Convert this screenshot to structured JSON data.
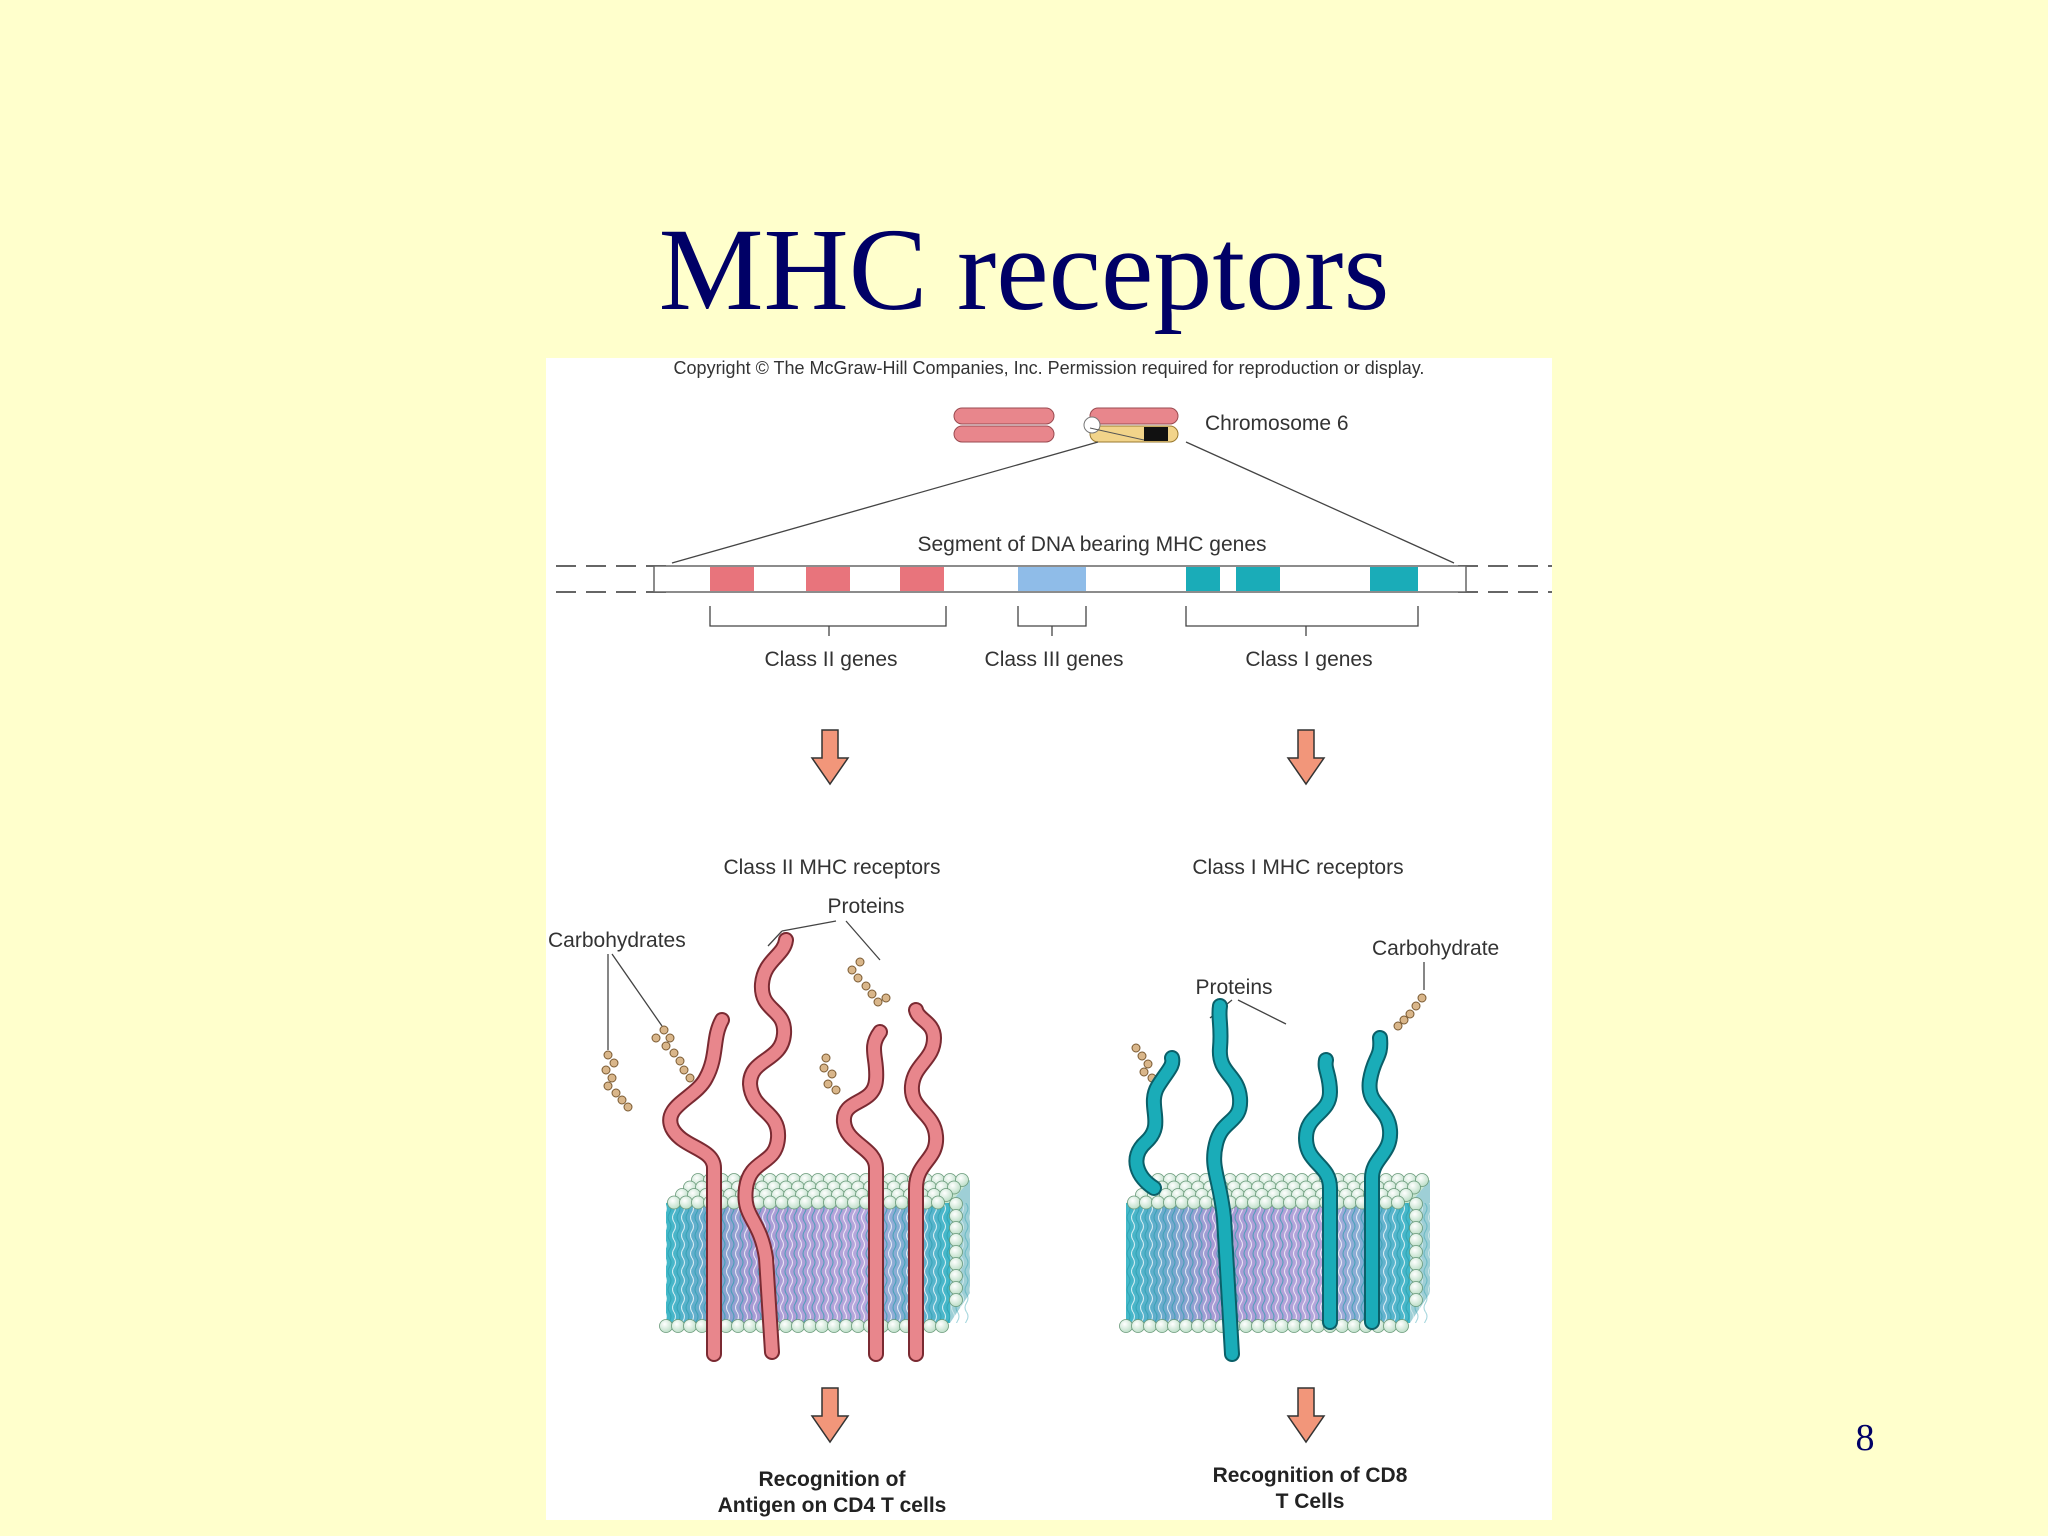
{
  "slide": {
    "title": "MHC receptors",
    "page_number": "8",
    "background_color": "#ffffcc",
    "title_color": "#000066"
  },
  "figure": {
    "copyright": "Copyright © The McGraw-Hill Companies, Inc. Permission required for reproduction or display.",
    "chromosome_label": "Chromosome 6",
    "dna_segment_label": "Segment of DNA bearing MHC genes",
    "gene_groups": [
      "Class II genes",
      "Class III genes",
      "Class I genes"
    ],
    "left_panel": {
      "title": "Class II MHC receptors",
      "proteins_label": "Proteins",
      "carbohydrates_label": "Carbohydrates",
      "recognition_line1": "Recognition of",
      "recognition_line2": "Antigen on CD4 T cells"
    },
    "right_panel": {
      "title": "Class I MHC receptors",
      "proteins_label": "Proteins",
      "carbohydrate_label": "Carbohydrate",
      "recognition_line1": "Recognition of CD8",
      "recognition_line2": "T Cells"
    },
    "colors": {
      "class_ii": "#e8747c",
      "class_iii": "#8fbce8",
      "class_i": "#1aacb8",
      "arrow": "#f2967a",
      "lipid_head": "#d9eedd",
      "membrane_core": "#a89ad4"
    }
  }
}
